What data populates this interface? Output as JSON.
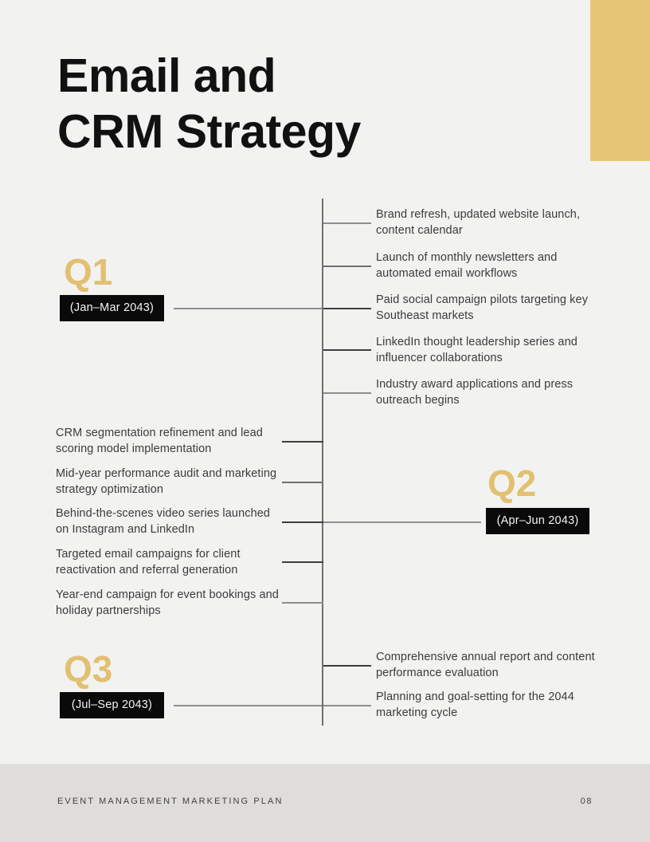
{
  "page": {
    "title_lines": [
      "Email and",
      "CRM Strategy"
    ],
    "accent_color": "#e6c676",
    "background_color": "#f2f2f1",
    "gold_text_color": "#e2c071",
    "box_color": "#0a0a0a"
  },
  "quarters": [
    {
      "id": "q1",
      "label": "Q1",
      "period": "(Jan–Mar 2043)",
      "side": "right",
      "items": [
        "Brand refresh, updated website launch, content calendar",
        "Launch of monthly newsletters and automated email workflows",
        "Paid social campaign pilots targeting key Southeast markets",
        "LinkedIn thought leadership series and influencer collaborations",
        "Industry award applications and press outreach begins"
      ]
    },
    {
      "id": "q2",
      "label": "Q2",
      "period": "(Apr–Jun 2043)",
      "side": "left",
      "items": [
        "CRM segmentation refinement and lead scoring model implementation",
        "Mid-year performance audit and marketing strategy optimization",
        "Behind-the-scenes video series launched on Instagram and LinkedIn",
        "Targeted email campaigns for client reactivation and referral generation",
        "Year-end campaign for event bookings and holiday partnerships"
      ]
    },
    {
      "id": "q3",
      "label": "Q3",
      "period": "(Jul–Sep 2043)",
      "side": "right",
      "items": [
        "Comprehensive annual report and content performance evaluation",
        "Planning and goal-setting for the 2044 marketing cycle"
      ]
    }
  ],
  "footer": {
    "label": "EVENT MANAGEMENT MARKETING PLAN",
    "page_number": "08"
  }
}
